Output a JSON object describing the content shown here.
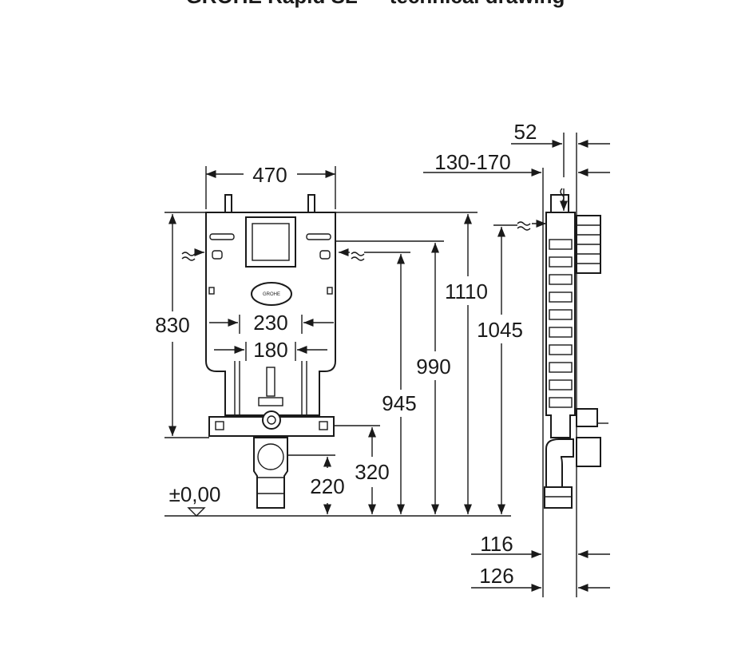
{
  "header_fragment": "GROHE Rapid SL — technical drawing",
  "brand": {
    "logo_text": "GROHE"
  },
  "front_view": {
    "width": "470",
    "height_frame": "830",
    "inner_spacing_a": "230",
    "inner_spacing_b": "180",
    "height_outlet": "220",
    "height_bracket": "320",
    "height_supply": "945",
    "height_flush_plate": "990",
    "height_top": "1110",
    "floor_level": "±0,00"
  },
  "side_view": {
    "depth_a": "52",
    "depth_range": "130-170",
    "height_side": "1045",
    "offset_a": "116",
    "offset_b": "126"
  }
}
